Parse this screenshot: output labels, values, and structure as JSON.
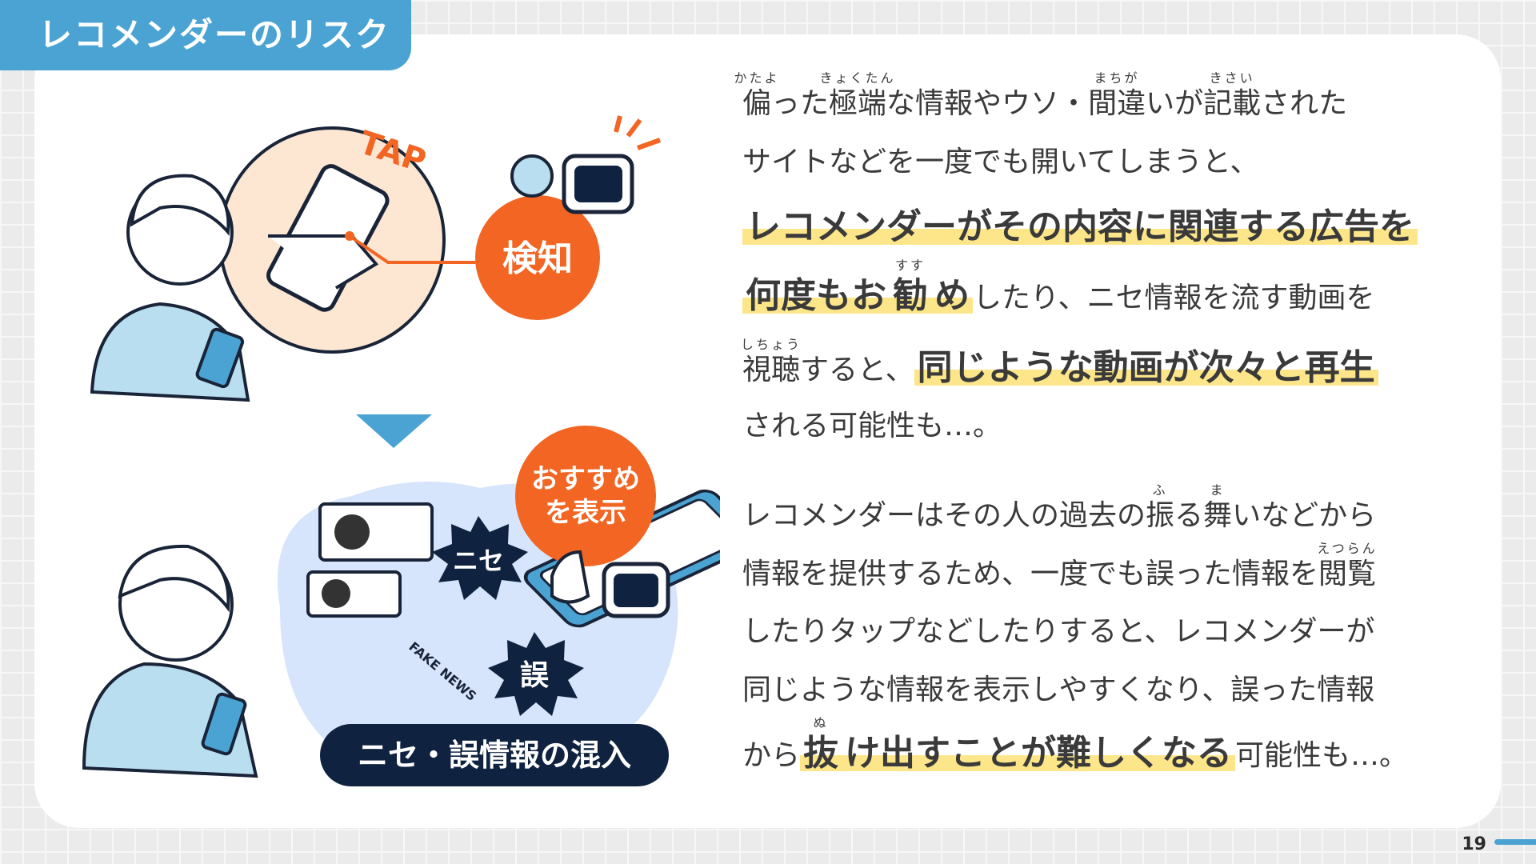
{
  "title": "レコメンダーのリスク",
  "page_number": "19",
  "colors": {
    "accent_blue": "#4aa3d3",
    "orange": "#f26522",
    "navy": "#0f2340",
    "highlight": "#fde68a"
  },
  "illustration": {
    "tap_label": "TAP",
    "detect_label": "検知",
    "recommend_label_1": "おすすめ",
    "recommend_label_2": "を表示",
    "fake_badge": "ニセ",
    "error_badge": "誤",
    "fake_news_label": "FAKE NEWS",
    "caption": "ニセ・誤情報の混入"
  },
  "paragraph1": [
    [
      {
        "t": "偏",
        "r": "かたよ"
      },
      {
        "t": "った"
      },
      {
        "t": "極端",
        "r": "きょくたん"
      },
      {
        "t": "な情報やウソ・"
      },
      {
        "t": "間違",
        "r": "まちが"
      },
      {
        "t": "いが"
      },
      {
        "t": "記載",
        "r": "きさい"
      },
      {
        "t": "された"
      }
    ],
    [
      {
        "t": "サイトなどを一度でも開いてしまうと、"
      }
    ],
    [
      {
        "t": "レコメンダーがその内容に関連する広告を",
        "b": true
      }
    ],
    [
      {
        "t": "何度もお",
        "b": true
      },
      {
        "t": "勧",
        "r": "すす",
        "b": true
      },
      {
        "t": "め",
        "b": true
      },
      {
        "t": "したり、ニセ情報を流す動画を"
      }
    ],
    [
      {
        "t": "視聴",
        "r": "しちょう"
      },
      {
        "t": "すると、"
      },
      {
        "t": "同じような動画が次々と再生",
        "b": true
      }
    ],
    [
      {
        "t": "される可能性も…。"
      }
    ]
  ],
  "paragraph2": [
    [
      {
        "t": "レコメンダーはその人の過去の"
      },
      {
        "t": "振",
        "r": "ふ"
      },
      {
        "t": "る"
      },
      {
        "t": "舞",
        "r": "ま"
      },
      {
        "t": "いなどから"
      }
    ],
    [
      {
        "t": "情報を提供するため、一度でも誤った情報を"
      },
      {
        "t": "閲覧",
        "r": "えつらん"
      }
    ],
    [
      {
        "t": "したりタップなどしたりすると、レコメンダーが"
      }
    ],
    [
      {
        "t": "同じような情報を表示しやすくなり、誤った情報"
      }
    ],
    [
      {
        "t": "から"
      },
      {
        "t": "抜",
        "r": "ぬ",
        "b": true
      },
      {
        "t": "け出すことが難しくなる",
        "b": true
      },
      {
        "t": "可能性も…。"
      }
    ]
  ]
}
